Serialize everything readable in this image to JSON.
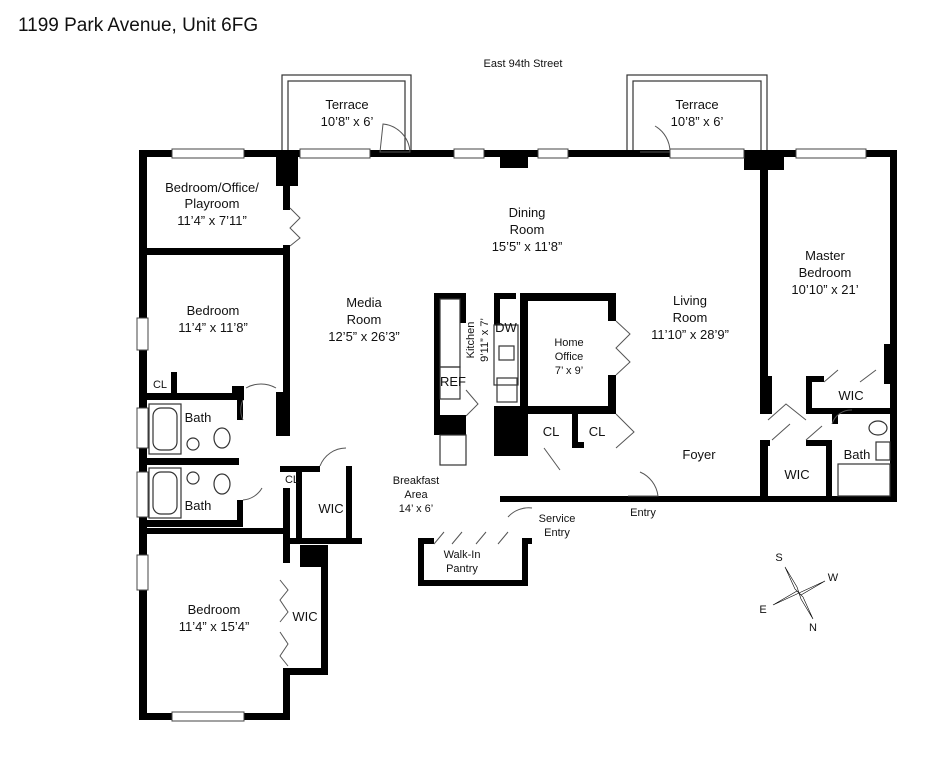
{
  "title": "1199 Park Avenue, Unit 6FG",
  "street": "East 94th Street",
  "rooms": {
    "terrace_left": {
      "name": "Terrace",
      "size": "10’8” x 6’"
    },
    "terrace_right": {
      "name": "Terrace",
      "size": "10’8” x 6’"
    },
    "bedroom_office": {
      "line1": "Bedroom/Office/",
      "line2": "Playroom",
      "size": "11’4” x 7’11”"
    },
    "dining": {
      "line1": "Dining",
      "line2": "Room",
      "size": "15’5” x 11’8”"
    },
    "master": {
      "line1": "Master",
      "line2": "Bedroom",
      "size": "10’10” x 21’"
    },
    "bedroom_mid": {
      "name": "Bedroom",
      "size": "11’4” x 11’8”"
    },
    "media": {
      "line1": "Media",
      "line2": "Room",
      "size": "12’5” x 26’3”"
    },
    "kitchen": {
      "name": "Kitchen",
      "size": "9’11” x 7’"
    },
    "dw": "DW",
    "ref": "REF",
    "home_office": {
      "line1": "Home",
      "line2": "Office",
      "size": "7’ x 9’"
    },
    "living": {
      "line1": "Living",
      "line2": "Room",
      "size": "11’10” x 28’9”"
    },
    "cl_bedroom": "CL",
    "cl_left": "CL",
    "cl_right": "CL",
    "cl_hall": "CL",
    "wic_master": "WIC",
    "wic_foyer": "WIC",
    "wic_hall": "WIC",
    "wic_bedroom": "WIC",
    "bath_master": "Bath",
    "bath_upper": "Bath",
    "bath_lower": "Bath",
    "foyer": "Foyer",
    "entry": "Entry",
    "breakfast": {
      "line1": "Breakfast",
      "line2": "Area",
      "size": "14’ x 6’"
    },
    "walkin": {
      "line1": "Walk-In",
      "line2": "Pantry"
    },
    "service": {
      "line1": "Service",
      "line2": "Entry"
    },
    "bedroom_bottom": {
      "name": "Bedroom",
      "size": "11’4” x 15’4”"
    }
  },
  "compass": {
    "s": "S",
    "w": "W",
    "e": "E",
    "n": "N"
  }
}
